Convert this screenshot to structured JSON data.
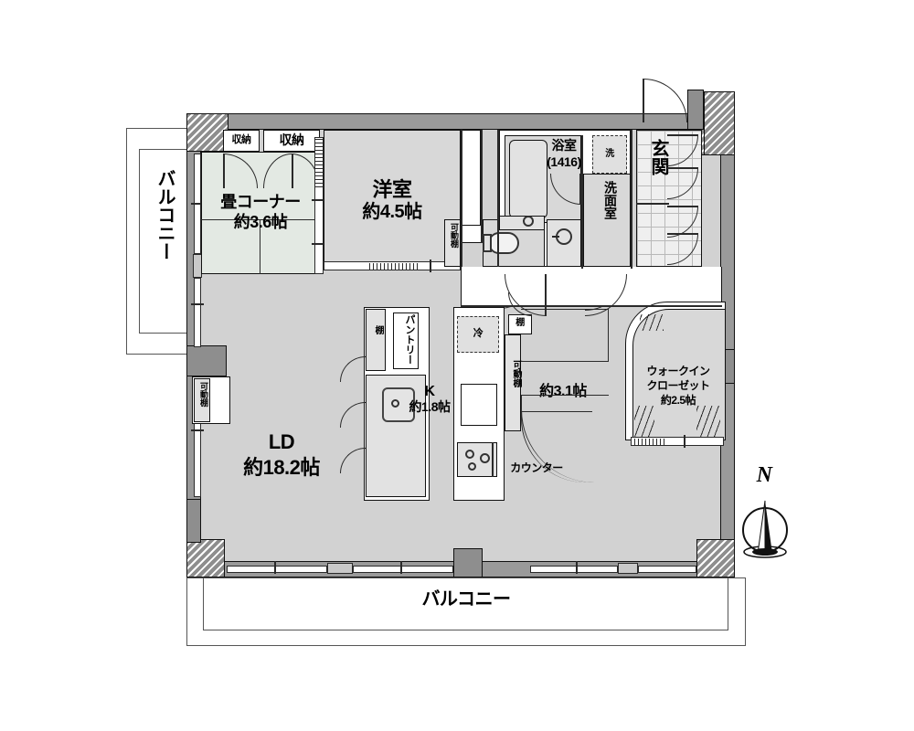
{
  "plan": {
    "title_compass": "N",
    "rooms": [
      {
        "key": "ld",
        "name": "LD",
        "area": "約18.2帖"
      },
      {
        "key": "yoshitsu",
        "name": "洋室",
        "area": "約4.5帖"
      },
      {
        "key": "tatami",
        "name": "畳コーナー",
        "area": "約3.6帖"
      },
      {
        "key": "kitchen",
        "name": "K",
        "area": "約1.8帖"
      },
      {
        "key": "dining",
        "name": "",
        "area": "約3.1帖"
      },
      {
        "key": "wic",
        "name": "ウォークイン\nクローゼット",
        "area": "約2.5帖"
      },
      {
        "key": "bath",
        "name": "浴室",
        "area": "(1416)"
      },
      {
        "key": "washroom",
        "name": "洗面室",
        "area": ""
      },
      {
        "key": "genkan",
        "name": "玄関",
        "area": ""
      }
    ],
    "labels": {
      "ld_name": "LD",
      "ld_area": "約18.2帖",
      "yoshitsu_name": "洋室",
      "yoshitsu_area": "約4.5帖",
      "tatami_name": "畳コーナー",
      "tatami_area": "約3.6帖",
      "kitchen_name": "K",
      "kitchen_area": "約1.8帖",
      "dining_area": "約3.1帖",
      "wic_line1": "ウォークイン",
      "wic_line2": "クローゼット",
      "wic_area": "約2.5帖",
      "bath_name": "浴室",
      "bath_size": "(1416)",
      "washroom_name": "洗面室",
      "genkan_name": "玄関",
      "storage_small": "収納",
      "storage_large": "収納",
      "balcony_left": "バルコニー",
      "balcony_bottom": "バルコニー",
      "washer": "洗",
      "fridge": "冷",
      "pantry": "パントリー",
      "shelf_pantry": "棚",
      "shelf_dining": "棚",
      "movable_shelf_ld": "可動棚",
      "movable_shelf_hall": "可動棚",
      "movable_shelf_kitchen": "可動棚",
      "counter": "カウンター",
      "compass_north": "N"
    },
    "colors": {
      "wall": "#9a9a9a",
      "floor_ld": "#d2d2d2",
      "floor_room": "#d8d8d8",
      "tatami": "#e3e9e3",
      "outline": "#111111",
      "tile": "#efefef"
    }
  }
}
